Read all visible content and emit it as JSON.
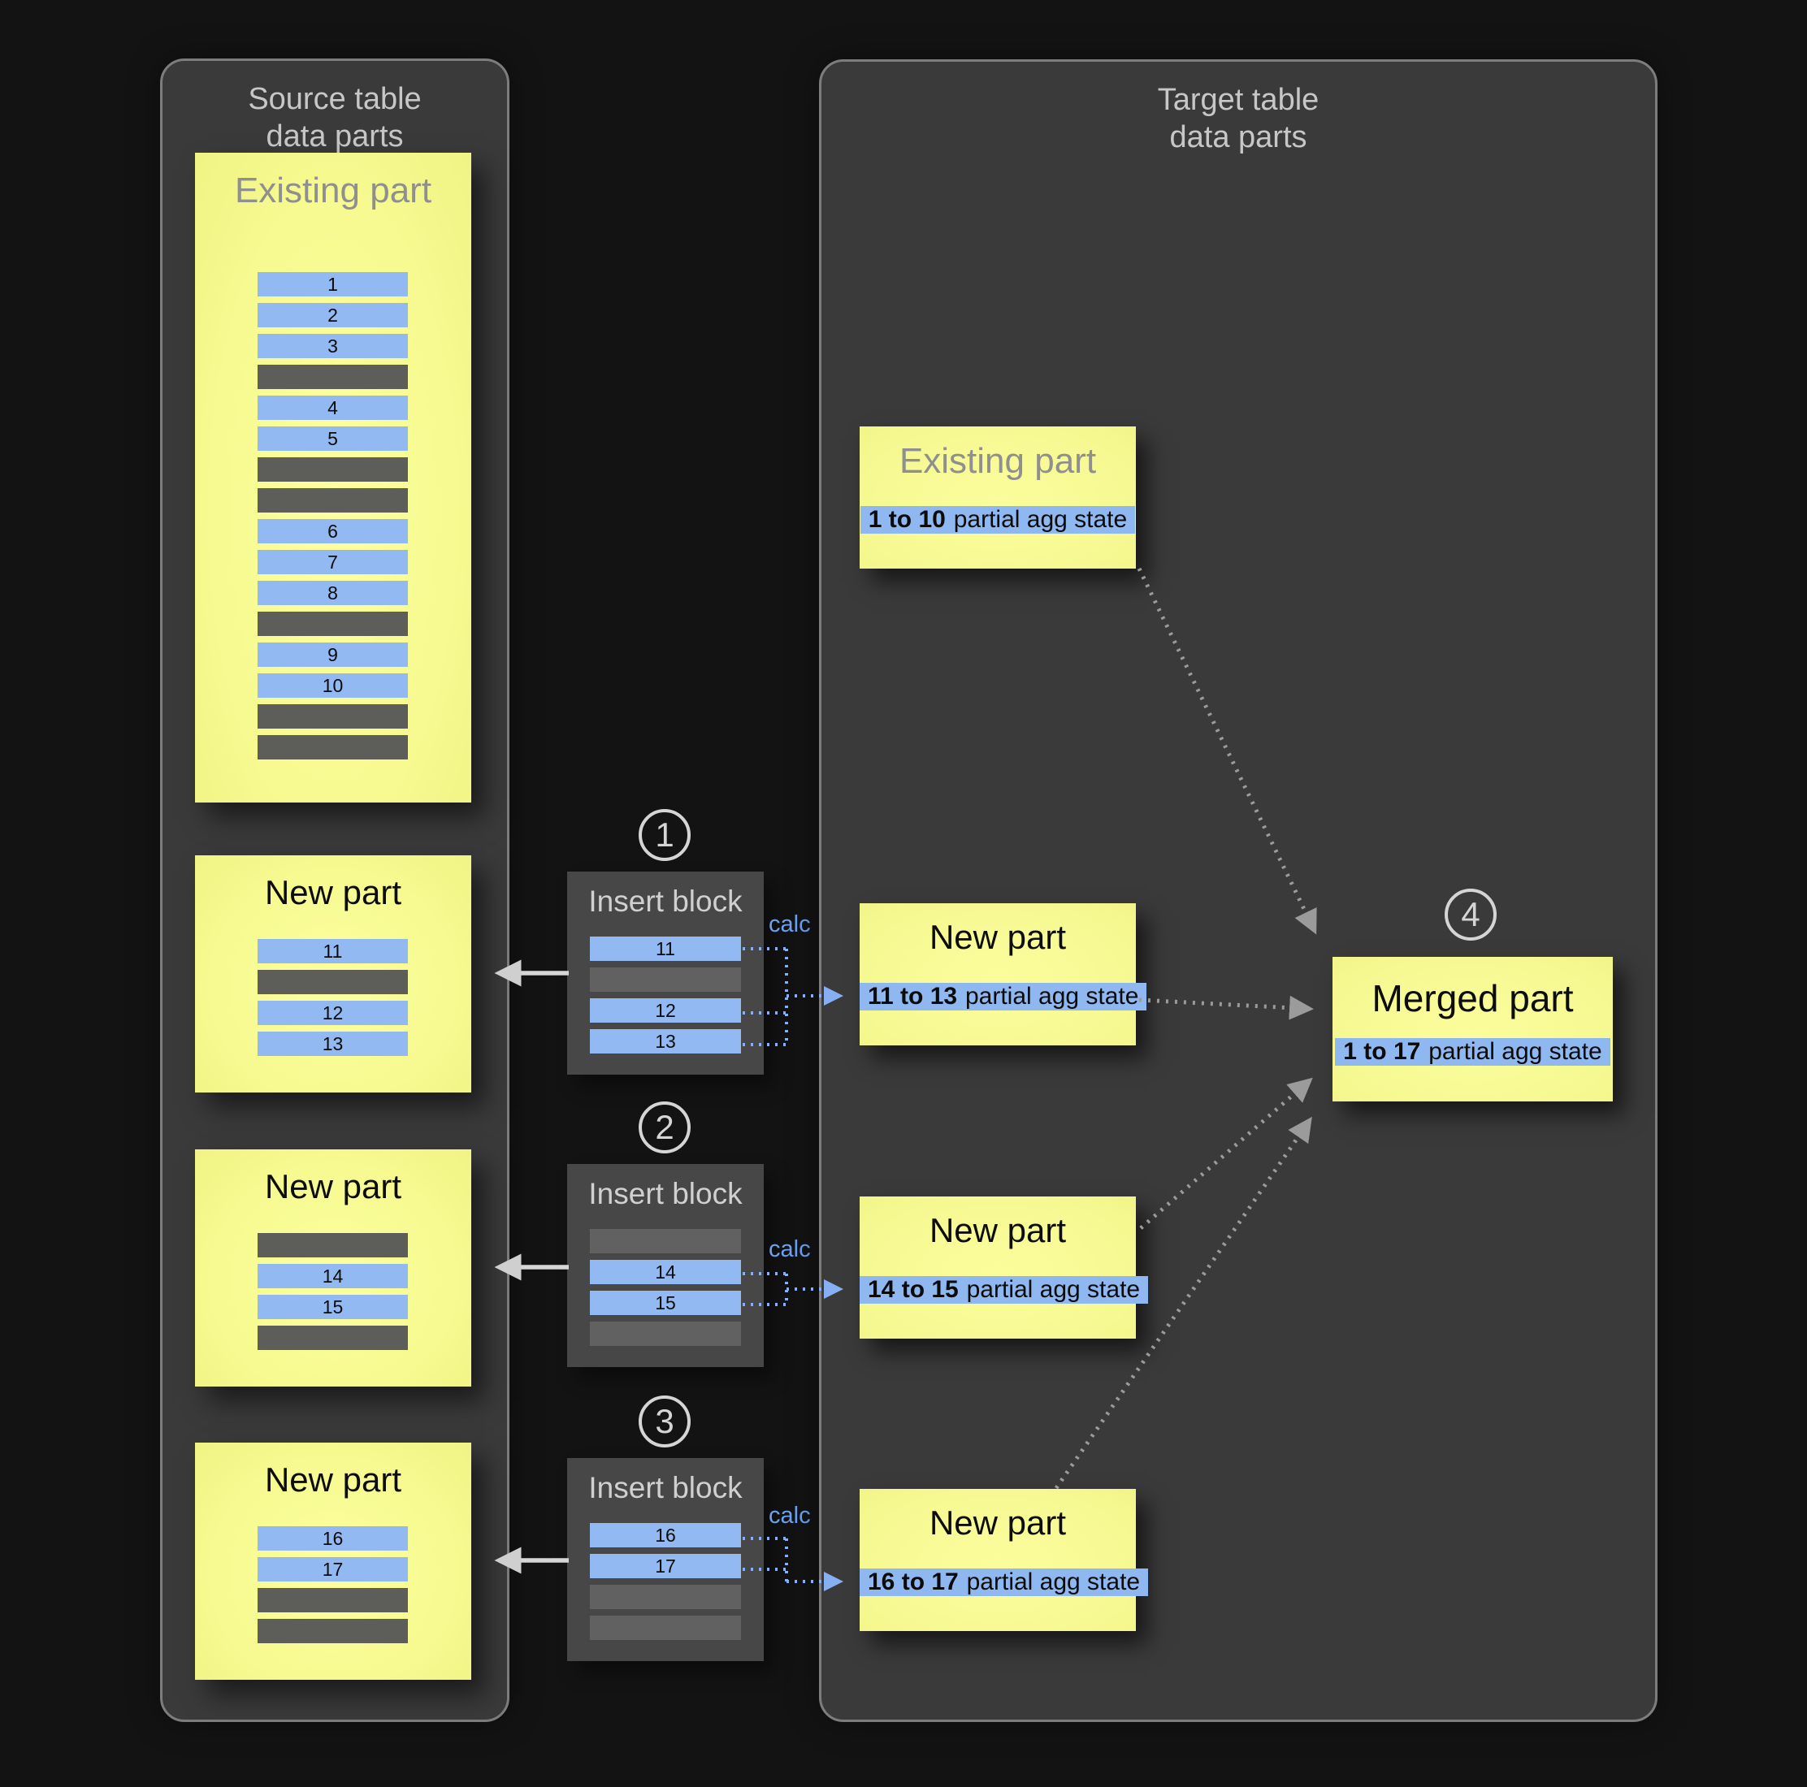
{
  "source_panel": {
    "title_line1": "Source table",
    "title_line2": "data parts",
    "existing_part": {
      "title": "Existing part",
      "rows": [
        "1",
        "2",
        "3",
        null,
        "4",
        "5",
        null,
        null,
        "6",
        "7",
        "8",
        null,
        "9",
        "10",
        null,
        null
      ]
    },
    "new_parts": [
      {
        "title": "New part",
        "rows": [
          "11",
          null,
          "12",
          "13"
        ]
      },
      {
        "title": "New part",
        "rows": [
          null,
          "14",
          "15",
          null
        ]
      },
      {
        "title": "New part",
        "rows": [
          "16",
          "17",
          null,
          null
        ]
      }
    ]
  },
  "insert_blocks": [
    {
      "step": "1",
      "title": "Insert block",
      "calc_label": "calc",
      "rows": [
        "11",
        null,
        "12",
        "13"
      ]
    },
    {
      "step": "2",
      "title": "Insert block",
      "calc_label": "calc",
      "rows": [
        null,
        "14",
        "15",
        null
      ]
    },
    {
      "step": "3",
      "title": "Insert block",
      "calc_label": "calc",
      "rows": [
        "16",
        "17",
        null,
        null
      ]
    }
  ],
  "target_panel": {
    "title_line1": "Target table",
    "title_line2": "data parts",
    "parts": [
      {
        "title": "Existing part",
        "agg_bold": "1 to 10",
        "agg_rest": "partial agg state"
      },
      {
        "title": "New part",
        "agg_bold": "11 to 13",
        "agg_rest": "partial agg state"
      },
      {
        "title": "New part",
        "agg_bold": "14 to 15",
        "agg_rest": "partial agg state"
      },
      {
        "title": "New part",
        "agg_bold": "16 to 17",
        "agg_rest": "partial agg state"
      }
    ],
    "merged_part": {
      "step": "4",
      "title": "Merged part",
      "agg_bold": "1 to 17",
      "agg_rest": "partial agg state"
    }
  },
  "colors": {
    "page_bg": "#131313",
    "panel_bg": "#3a3a3a",
    "panel_border": "#7d7d7d",
    "part_yellow": "#f6fa90",
    "row_blue": "#92b9f2",
    "row_gray": "#5d5d5a",
    "agg_highlight": "#8fb7f0",
    "calc_blue": "#6da2f2",
    "solid_arrow": "#d6d6d6",
    "dotted_arrow_gray": "#9b9b9b",
    "dotted_arrow_blue": "#87b0f3"
  }
}
